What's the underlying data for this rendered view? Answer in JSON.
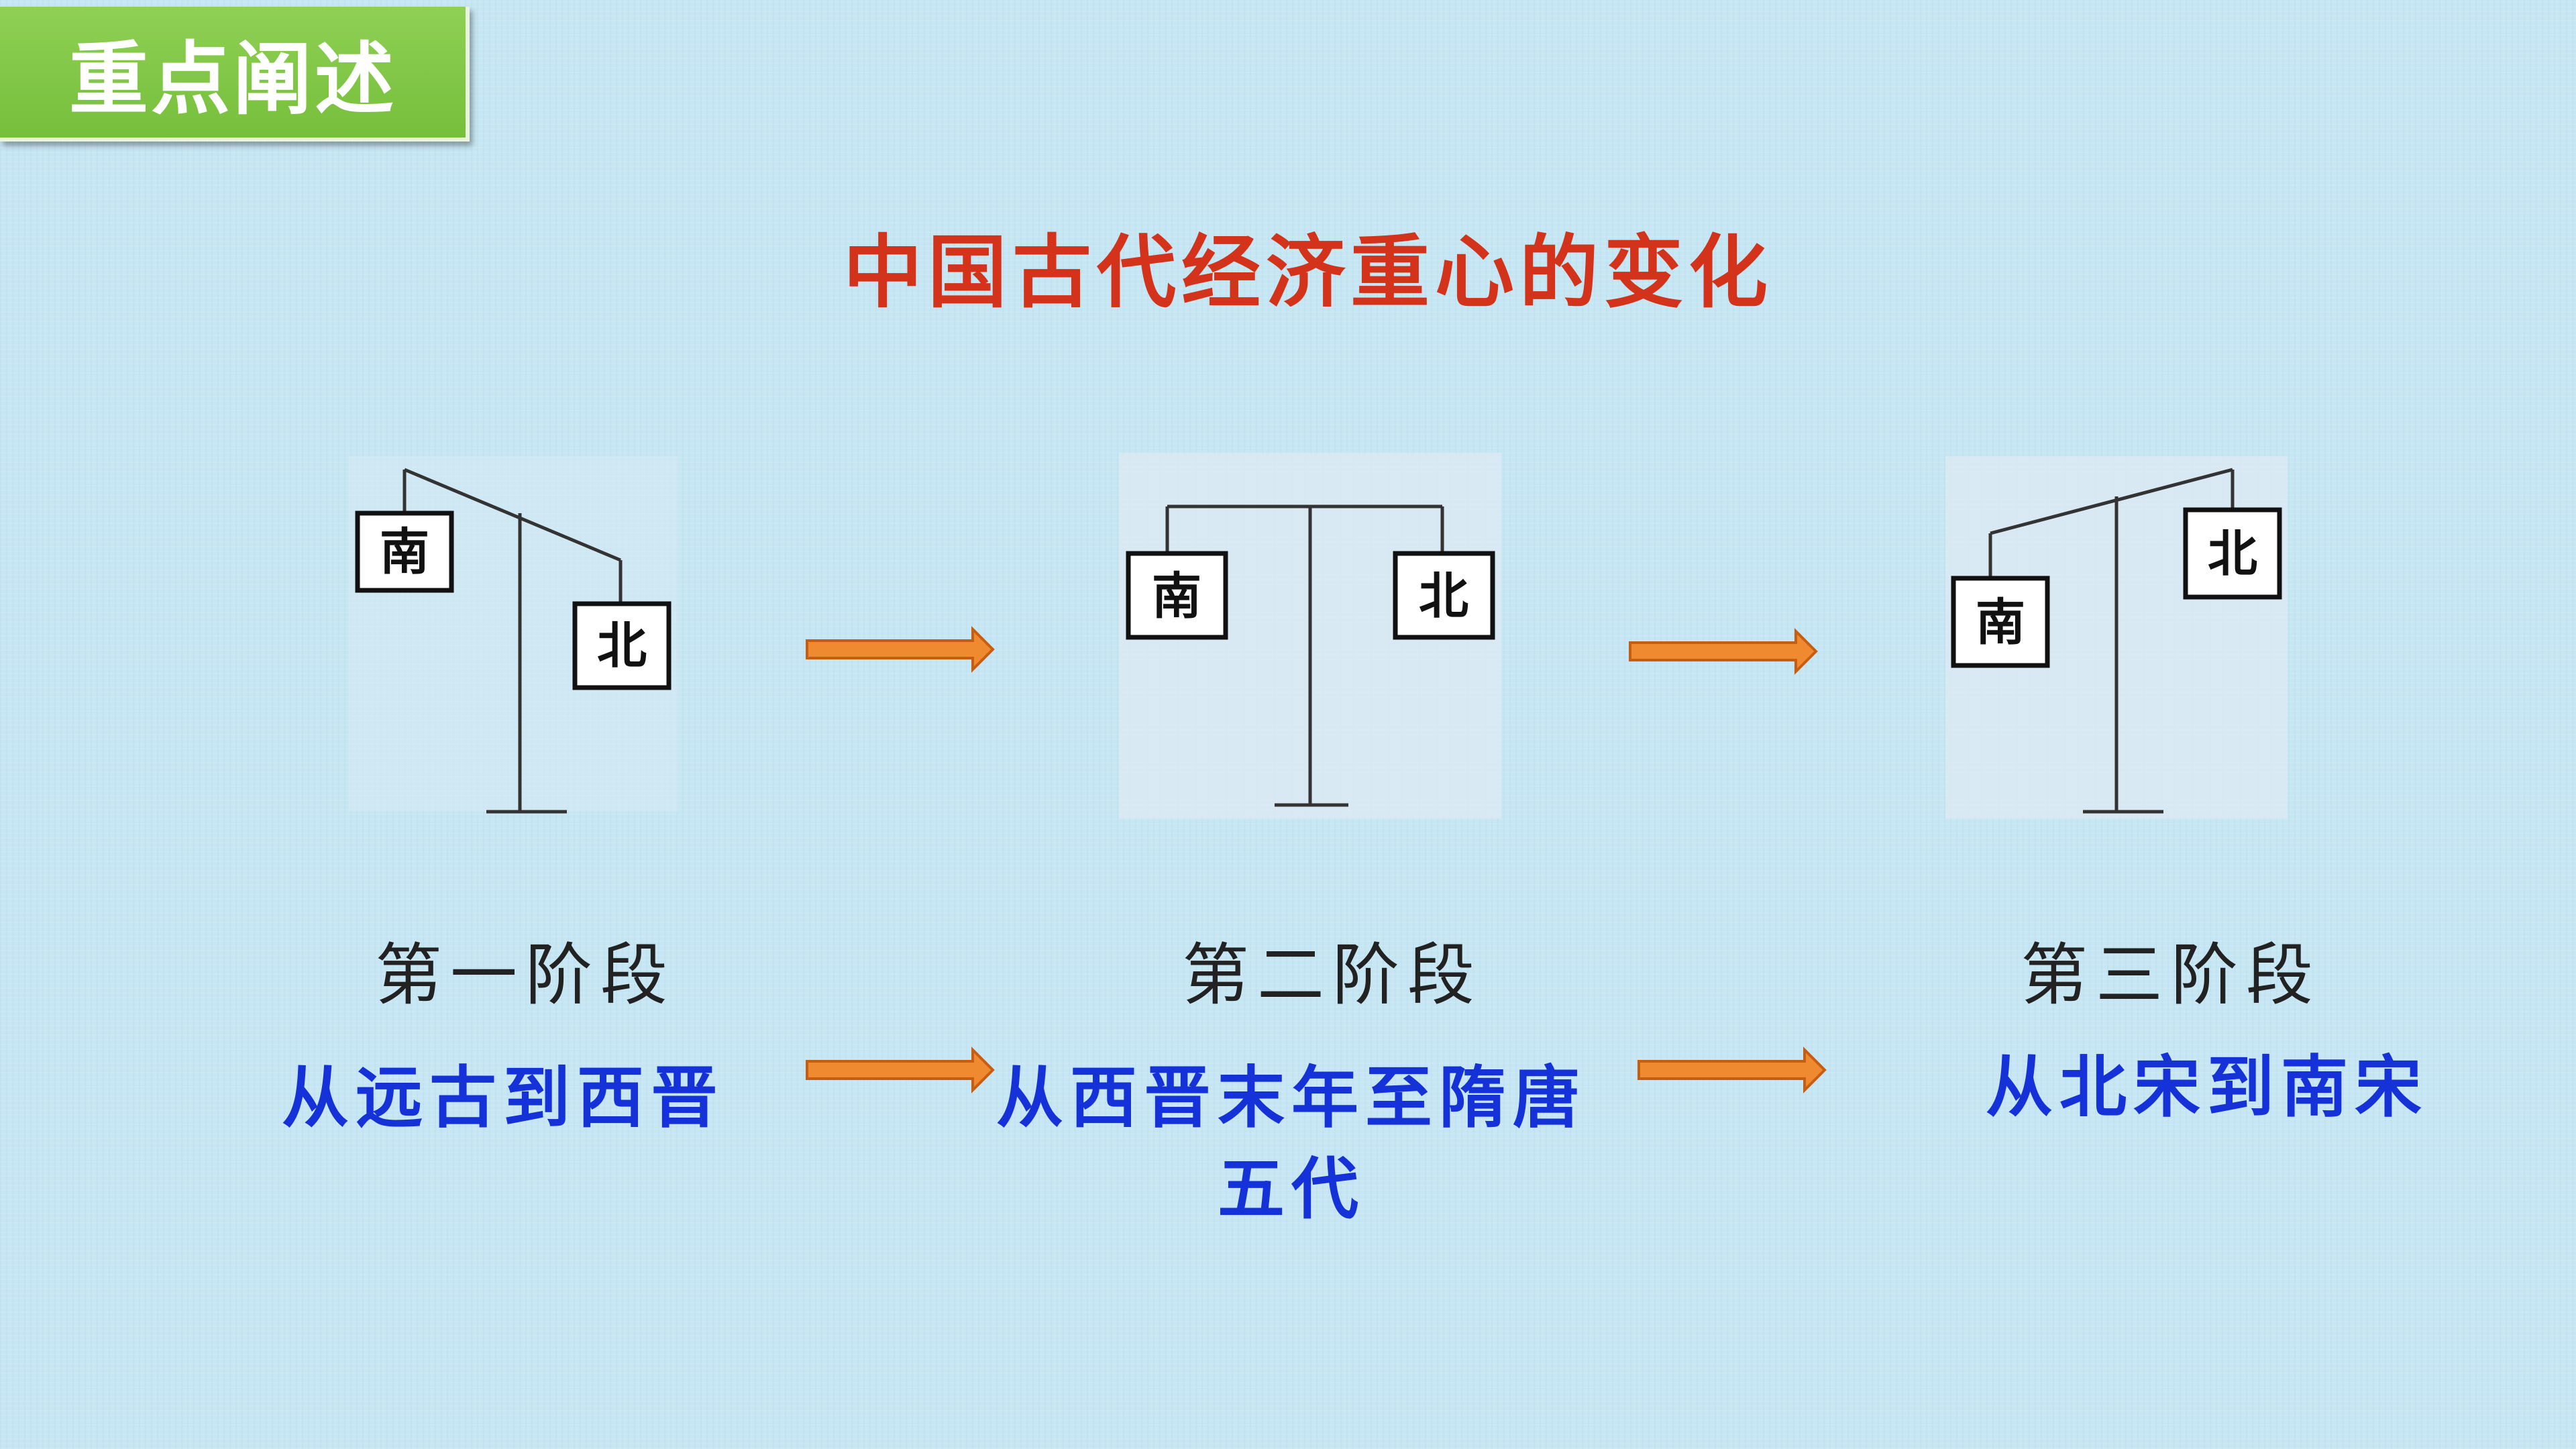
{
  "section_tag": "重点阐述",
  "title": "中国古代经济重心的变化",
  "south_label": "南",
  "north_label": "北",
  "stages": [
    {
      "label": "第一阶段",
      "period": "从远古到西晋"
    },
    {
      "label": "第二阶段",
      "period": "从西晋末年至隋唐五代"
    },
    {
      "label": "第三阶段",
      "period": "从北宋到南宋"
    }
  ],
  "colors": {
    "background": "#c6e6f3",
    "tag_green": "#7ec544",
    "title_red": "#d2331a",
    "period_blue": "#1432d8",
    "arrow_orange": "#f08a30"
  }
}
